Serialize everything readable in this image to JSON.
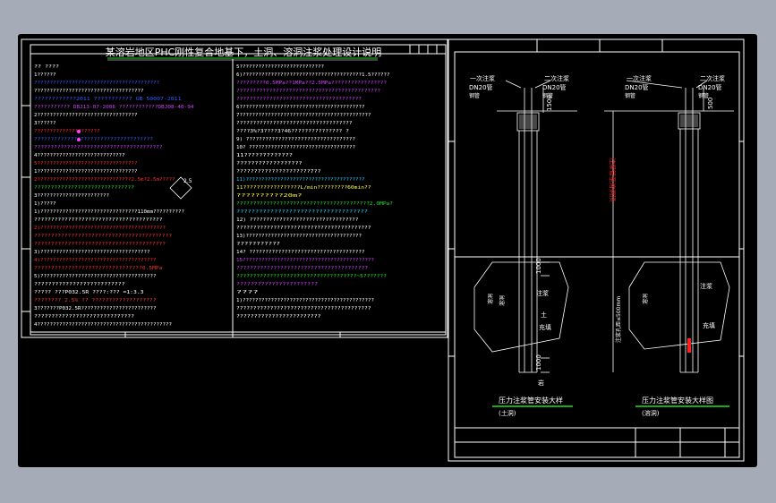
{
  "drawing": {
    "title": "某溶岩地区PHC刚性复合地基下，土洞、溶洞注浆处理设计说明",
    "notes_left": [
      {
        "text": "??  ????",
        "color": "#ffffff"
      },
      {
        "text": "1??????",
        "color": "#ffffff"
      },
      {
        "text": "????????????????????????????????????????",
        "color": "#3a5bff"
      },
      {
        "text": "???????????????????????????????????",
        "color": "#ffffff"
      },
      {
        "text": "????????????2011   ???????????    GB 50007-2011",
        "color": "#3a5bff"
      },
      {
        "text": "???????????  DBJ13-07-2006  ????????????DBJ08-40-94",
        "color": "#d040ff"
      },
      {
        "text": "2????????????????????????????????",
        "color": "#ffffff"
      },
      {
        "text": "3??????",
        "color": "#ffffff"
      },
      {
        "text": "?????????????????????",
        "color": "#ff3030"
      },
      {
        "text": "  ????????????????????????????????????",
        "color": "#3a5bff"
      },
      {
        "text": "  ???????????????????????????????????????",
        "color": "#d040ff"
      },
      {
        "text": "4????????????????????????????",
        "color": "#ffffff"
      },
      {
        "text": "5????????????????????????????????",
        "color": "#ff3030"
      },
      {
        "text": "1????????????????????????????????",
        "color": "#ffffff"
      },
      {
        "text": "2??????????????????????????????2.5m?2.5m?????",
        "color": "#ff3030"
      },
      {
        "text": "  ??????????????????????????????",
        "color": "#20e020"
      },
      {
        "text": "3???????????????????????",
        "color": "#ffffff"
      },
      {
        "text": "1)?????",
        "color": "#ffffff"
      },
      {
        "text": "1)???????????????????????????????110mm??????????",
        "color": "#ffffff"
      },
      {
        "text": "   ??????????????????????????????????????",
        "color": "#ffffff"
      },
      {
        "text": "2)????????????????????????????????????????",
        "color": "#ff3030"
      },
      {
        "text": "   ?????????????????????????????????????????",
        "color": "#ff3030"
      },
      {
        "text": "   ???????????????????????????????????????",
        "color": "#ff3030"
      },
      {
        "text": "3)???????????????????????????????????",
        "color": "#ffffff"
      },
      {
        "text": "4)?????????????????????????????????????",
        "color": "#ff3030"
      },
      {
        "text": "   ????????????????????????????????0.5MPa",
        "color": "#ff3030"
      },
      {
        "text": "5)?????????????????????????????????????",
        "color": "#ffffff"
      },
      {
        "text": "   ??????????????????????????",
        "color": "#ffffff"
      },
      {
        "text": "   ????? ???P032.5R ????:??? =1:3.3",
        "color": "#ffffff"
      },
      {
        "text": "   ???????? 2.5% ?? ???????????????????",
        "color": "#ff3030"
      },
      {
        "text": "3???????P032.5R????????????????????????",
        "color": "#ffffff"
      },
      {
        "text": "   ?????????????????????????????",
        "color": "#ffffff"
      },
      {
        "text": "4???????????????????????????????????????????",
        "color": "#ffffff"
      }
    ],
    "notes_right": [
      {
        "text": "5???????????????????????????",
        "color": "#ffffff"
      },
      {
        "text": "6)??????????????????????????????????????1.5??????",
        "color": "#ffffff"
      },
      {
        "text": "  ?????????0.5MPa??1MPa??2.5MPa?????????????????",
        "color": "#d040ff"
      },
      {
        "text": "  ????????????????????????????????????????????",
        "color": "#d040ff"
      },
      {
        "text": "  ??????????????????????????????????????",
        "color": "#d040ff"
      },
      {
        "text": "6????????????????????????????????????????",
        "color": "#ffffff"
      },
      {
        "text": "7??????????????????????????????????????????",
        "color": "#ffffff"
      },
      {
        "text": "  ???????????????????????????????????",
        "color": "#ffffff"
      },
      {
        "text": "  ????3%?3????3?46???????????????  ?",
        "color": "#ffffff"
      },
      {
        "text": "9)  ??????????????????????????????????",
        "color": "#ffffff"
      },
      {
        "text": "10? ??????????????????????????????????",
        "color": "#ffffff"
      },
      {
        "text": "   11?????????????",
        "color": "#ffffff"
      },
      {
        "text": "   ??????????????????",
        "color": "#ffffff"
      },
      {
        "text": "   ?????????????????????7??",
        "color": "#ffffff"
      },
      {
        "text": "11)??????????????????????????????????????",
        "color": "#20d0ff"
      },
      {
        "text": "   11?????????????????L/min?????????60min??",
        "color": "#ffff40"
      },
      {
        "text": "       ??????????20m?",
        "color": "#ffff40"
      },
      {
        "text": "   ????????????????????????????????????????2.0MPa?",
        "color": "#20e020"
      },
      {
        "text": "       ???????????????????????????????????",
        "color": "#20d0ff"
      },
      {
        "text": "12)   ?????????????????????????????????",
        "color": "#ffffff"
      },
      {
        "text": "   ????????????????????????????????????????",
        "color": "#ffffff"
      },
      {
        "text": "13)?????????????????????????????????????",
        "color": "#ffffff"
      },
      {
        "text": "   ???????????",
        "color": "#ffffff"
      },
      {
        "text": "14?  ????????????????????????????????????",
        "color": "#ffffff"
      },
      {
        "text": "15??????????????????????????????????????????",
        "color": "#d040ff"
      },
      {
        "text": "   ???????????????????????????????????????",
        "color": "#d040ff"
      },
      {
        "text": "   ????????????????????????????????????~5???????",
        "color": "#20e020"
      },
      {
        "text": "   ???????????????????????",
        "color": "#d040ff"
      },
      {
        "text": "   ????",
        "color": "#ffffff"
      },
      {
        "text": "1)??????????????????????????????????????????",
        "color": "#ffffff"
      },
      {
        "text": "   ????????????????????????????????????????",
        "color": "#ffffff"
      },
      {
        "text": "   ????????????????????????",
        "color": "#ffffff"
      }
    ],
    "left_detail": {
      "label_pipe1": "一次注浆",
      "label_pipe1_spec": "DN20管",
      "label_pipe1_sub": "钢管",
      "label_pipe2": "二次注浆",
      "label_pipe2_spec": "DN20管",
      "label_pipe2_sub": "钢管",
      "dim_top": "1500",
      "dim_mid": "1000",
      "dim_bot": "1000",
      "label_grout": "注浆",
      "label_soil": "土",
      "label_fill": "充填",
      "label_cave": "溶洞",
      "label_cave2": "溶洞",
      "label_rock": "岩",
      "title": "压力注浆管安装大样",
      "subtitle": "(土洞)"
    },
    "right_detail": {
      "label_pipe1": "一次注浆",
      "label_pipe1_spec": "DN20管",
      "label_pipe1_sub": "钢管",
      "label_pipe2": "二次注浆",
      "label_pipe2_spec": "DN20管",
      "label_pipe2_sub": "钢管",
      "dim_top": "500",
      "red_vertical": "注浆管至溶洞顶",
      "dim_side": "注浆孔距≤500mm",
      "label_grout": "注浆",
      "label_cave": "溶洞",
      "label_fill": "充填",
      "title": "压力注浆管安装大样图",
      "subtitle": "(溶洞)"
    },
    "colors": {
      "title": "#ffffff",
      "frame": "#ffffff",
      "green_underline": "#20e020",
      "cyan_label": "#20d0ff"
    }
  }
}
